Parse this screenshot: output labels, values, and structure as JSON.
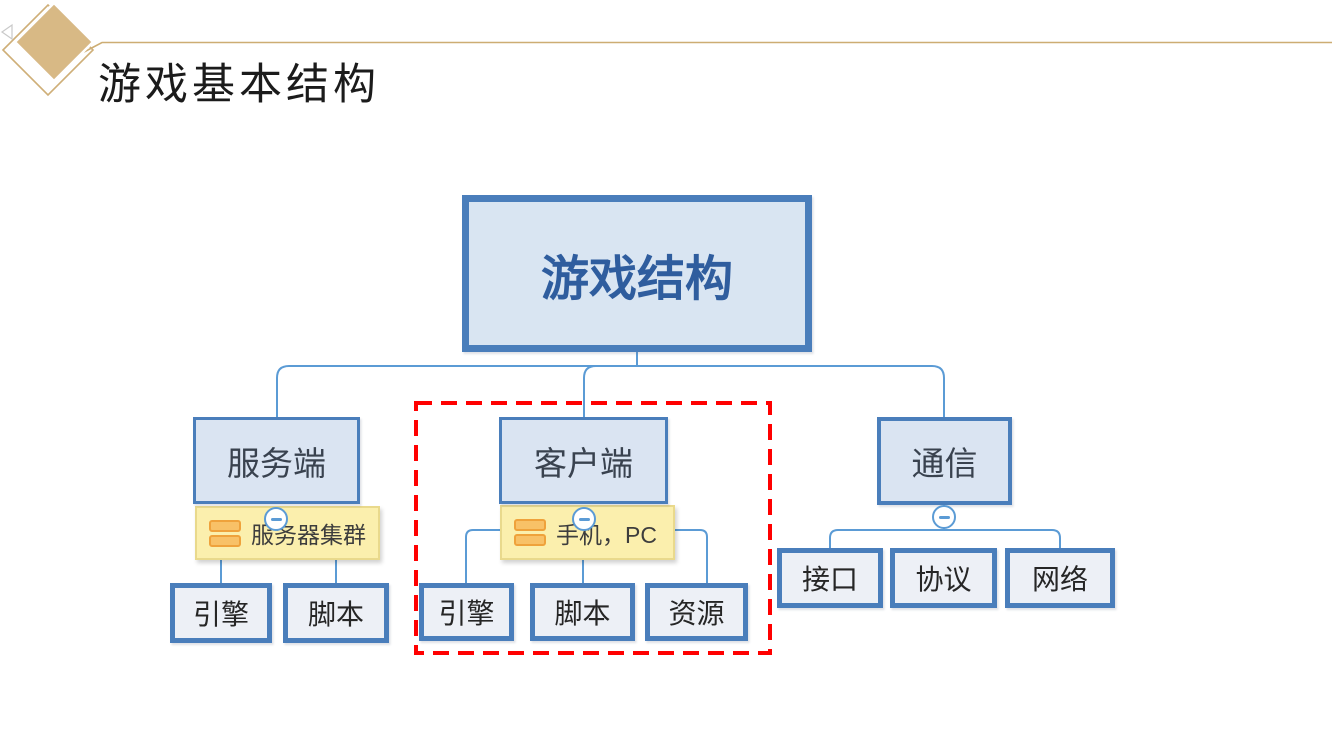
{
  "slide": {
    "title": "游戏基本结构"
  },
  "diagram": {
    "root": {
      "label": "游戏结构"
    },
    "branches": [
      {
        "label": "服务端",
        "note": "服务器集群",
        "children": [
          "引擎",
          "脚本"
        ]
      },
      {
        "label": "客户端",
        "note": "手机，PC",
        "children": [
          "引擎",
          "脚本",
          "资源"
        ],
        "highlighted": true
      },
      {
        "label": "通信",
        "children": [
          "接口",
          "协议",
          "网络"
        ]
      }
    ]
  },
  "icons": {
    "collapse": "minus-in-circle",
    "note": "orange-list-bars"
  },
  "colors": {
    "box_border_blue": "#4A7EBB",
    "connector_blue": "#5B9BD5",
    "root_fill": "#D9E5F2",
    "parent_fill": "#DAE4F2",
    "leaf_fill": "#EDF0F6",
    "root_text": "#2F5D9E",
    "note_fill": "#FBEFAD",
    "note_border": "#E9D98C",
    "note_icon_orange": "#EFA23B",
    "highlight_red": "#FF0000",
    "accent_gold": "#D8B985",
    "title_text": "#1B1B1B"
  }
}
